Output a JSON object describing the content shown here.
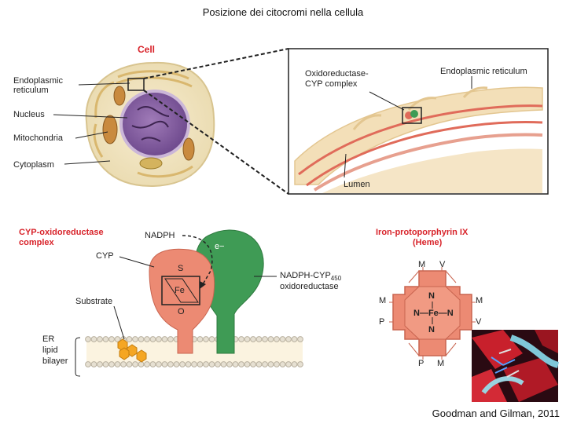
{
  "title": "Posizione dei citocromi nella cellula",
  "cell": {
    "heading": "Cell",
    "labels": [
      "Endoplasmic reticulum",
      "Nucleus",
      "Mitochondria",
      "Cytoplasm"
    ]
  },
  "zoom": {
    "complex_label_line1": "Oxidoreductase-",
    "complex_label_line2": "CYP complex",
    "er_label": "Endoplasmic reticulum",
    "lumen_label": "Lumen"
  },
  "complex": {
    "heading_line1": "CYP-oxidoreductase",
    "heading_line2": "complex",
    "nadph": "NADPH",
    "electron": "e−",
    "cyp": "CYP",
    "s": "S",
    "fe": "Fe",
    "o": "O",
    "substrate": "Substrate",
    "er_lipid_bilayer": [
      "ER",
      "lipid",
      "bilayer"
    ],
    "reductase_line1": "NADPH-CYP",
    "reductase_sub": "450",
    "reductase_line2": "oxidoreductase"
  },
  "heme": {
    "heading_line1": "Iron-protoporphyrin IX",
    "heading_line2": "(Heme)",
    "top": [
      "M",
      "V"
    ],
    "left": [
      "M",
      "P"
    ],
    "right": [
      "M",
      "V"
    ],
    "bottom": [
      "P",
      "M"
    ],
    "n_top": "N",
    "n_bottom": "N",
    "center": "N—Fe—N"
  },
  "credit": "Goodman and Gilman, 2011",
  "colors": {
    "accent_red": "#d8232a",
    "cyp_salmon": "#ec8a73",
    "reductase_green": "#3f9b55",
    "cytoplasm": "#f2e3b8",
    "nucleus": "#8e62a6"
  }
}
